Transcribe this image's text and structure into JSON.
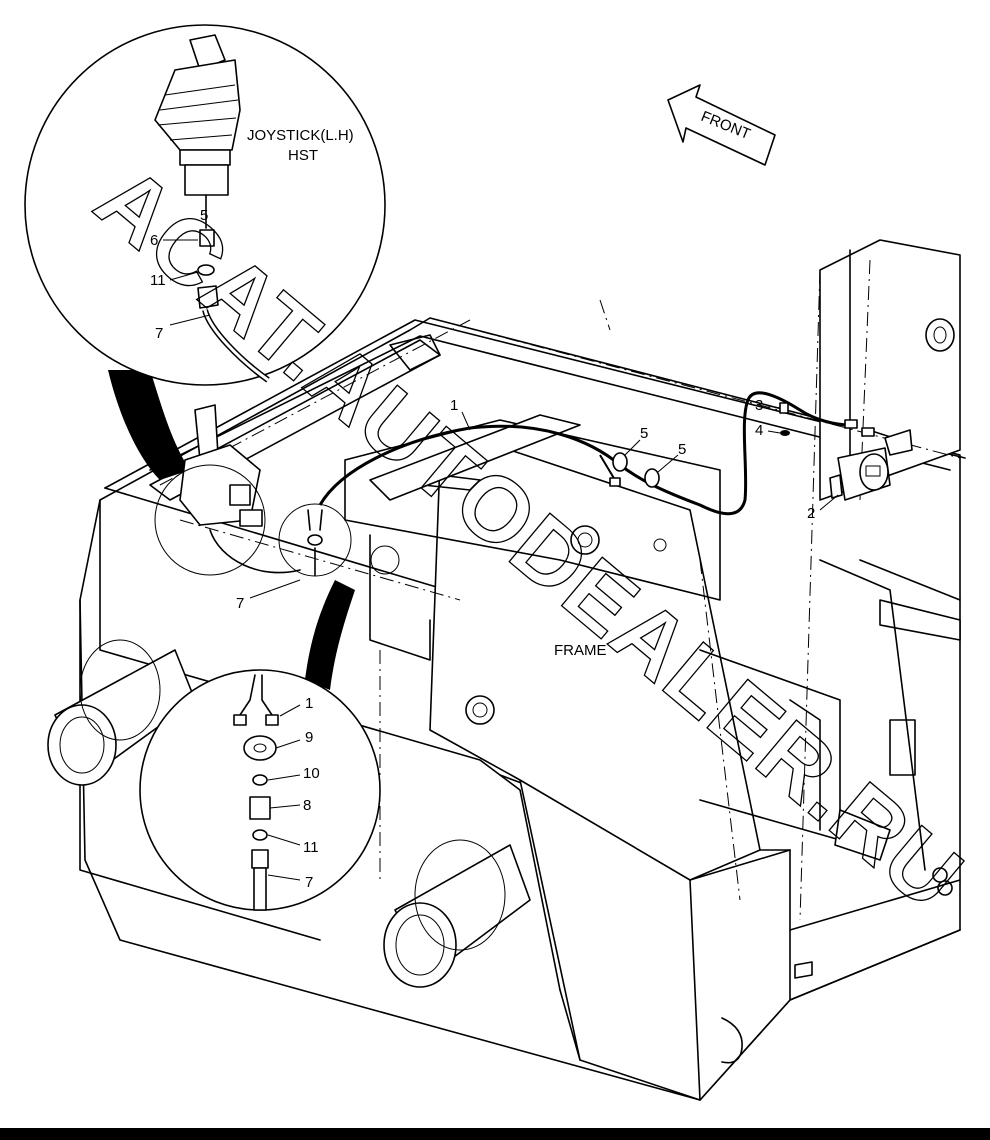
{
  "callouts": {
    "joystick_title_1": "JOYSTICK(L.H)",
    "joystick_title_2": "HST",
    "front_arrow": "FRONT",
    "frame_label": "FRAME",
    "top_detail": {
      "n5": "5",
      "n6": "6",
      "n11": "11",
      "n7": "7"
    },
    "main": {
      "n1": "1",
      "n2": "2",
      "n3": "3",
      "n4": "4",
      "n5a": "5",
      "n5b": "5",
      "n7": "7"
    },
    "bottom_detail": {
      "n1": "1",
      "n9": "9",
      "n10": "10",
      "n8": "8",
      "n11": "11",
      "n7": "7"
    }
  },
  "watermark": "ACAT.AUTODEALER.RU",
  "colors": {
    "line": "#000000",
    "paper": "#ffffff",
    "border": "#000000"
  },
  "icons": {
    "front_direction": "arrow-left-icon"
  }
}
